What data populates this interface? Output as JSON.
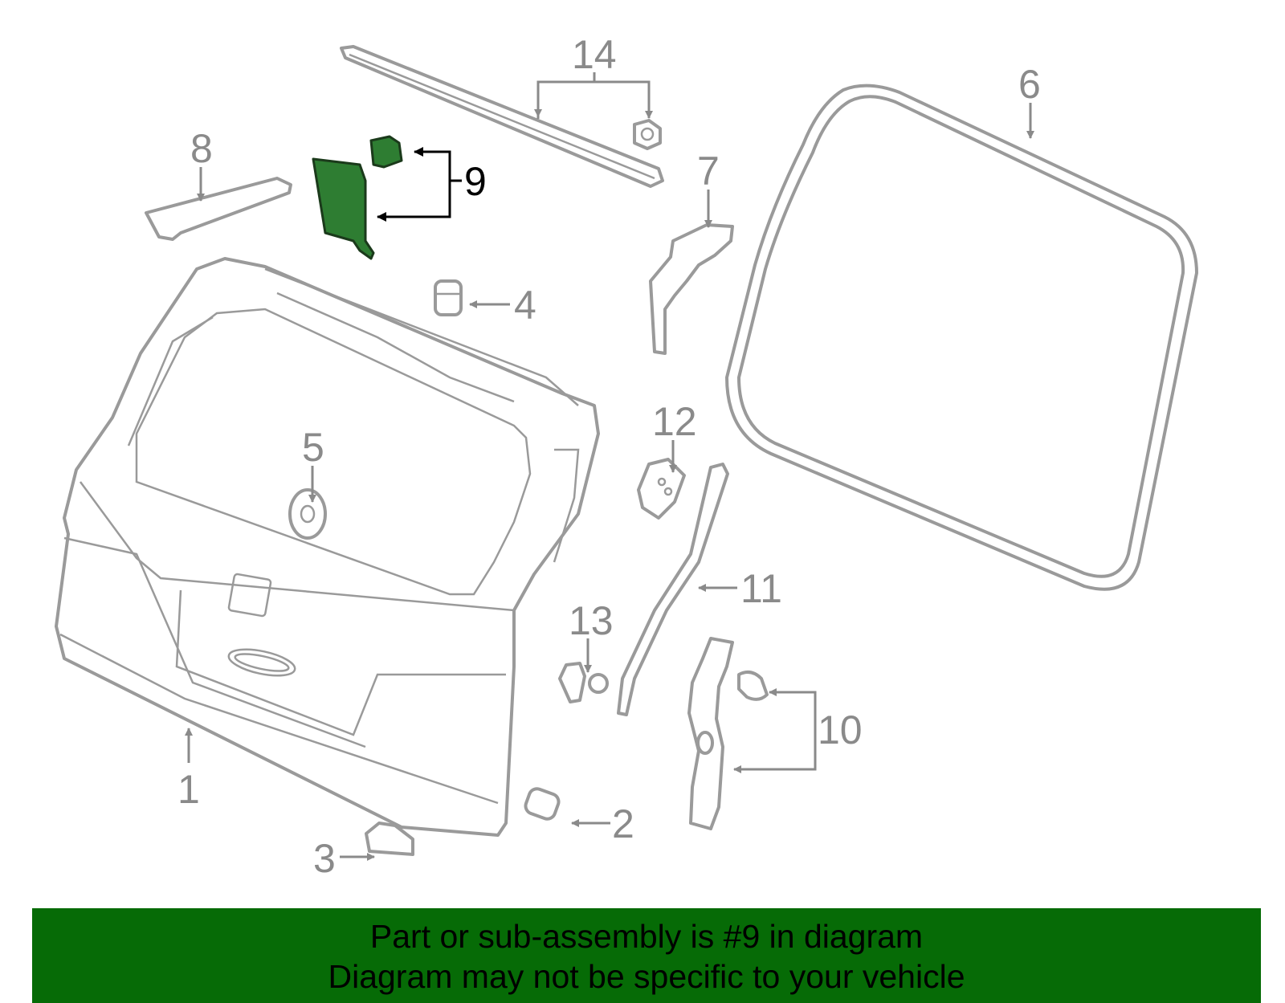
{
  "callouts": {
    "c1": "1",
    "c2": "2",
    "c3": "3",
    "c4": "4",
    "c5": "5",
    "c6": "6",
    "c7": "7",
    "c8": "8",
    "c9": "9",
    "c10": "10",
    "c11": "11",
    "c12": "12",
    "c13": "13",
    "c14": "14"
  },
  "highlight_color": "#2e7d32",
  "banner": {
    "color": "#066b06",
    "line1": "Part or sub-assembly is #9 in diagram",
    "line2": "Diagram may not be specific to your vehicle"
  }
}
